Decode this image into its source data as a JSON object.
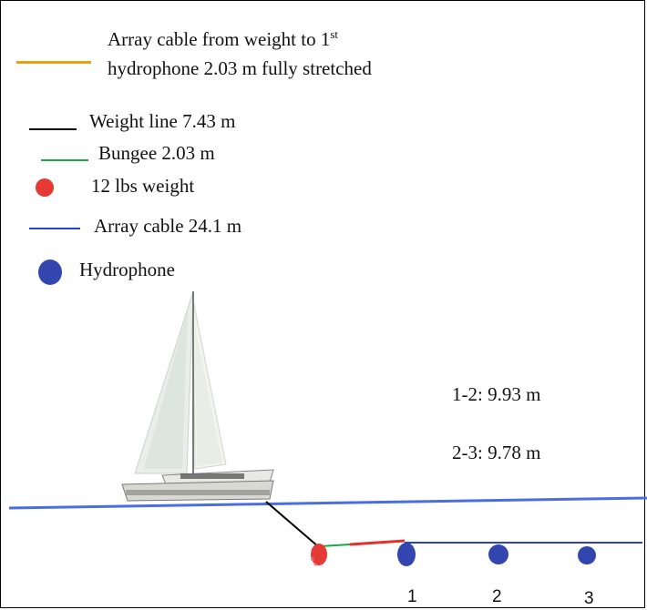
{
  "legend": {
    "array_cable_segment": {
      "line1": "Array cable from weight to 1",
      "sup": "st",
      "line2": "hydrophone  2.03 m fully stretched",
      "color": "#f39c12"
    },
    "weight_line": {
      "label": "Weight line  7.43 m",
      "color": "#000000"
    },
    "bungee": {
      "label": "Bungee  2.03 m",
      "color": "#1aa84a"
    },
    "weight": {
      "label": "12 lbs weight",
      "color": "#e53935"
    },
    "array_cable": {
      "label": "Array cable  24.1 m",
      "color": "#2d3ed6"
    },
    "hydrophone": {
      "label": "Hydrophone",
      "color": "#3346b0"
    }
  },
  "distances": {
    "d12": "1-2: 9.93 m",
    "d23": "2-3: 9.78 m"
  },
  "hydrophones": [
    "1",
    "2",
    "3"
  ],
  "colors": {
    "water_line": "#4a6ee0",
    "red_segment": "#e5302a"
  }
}
